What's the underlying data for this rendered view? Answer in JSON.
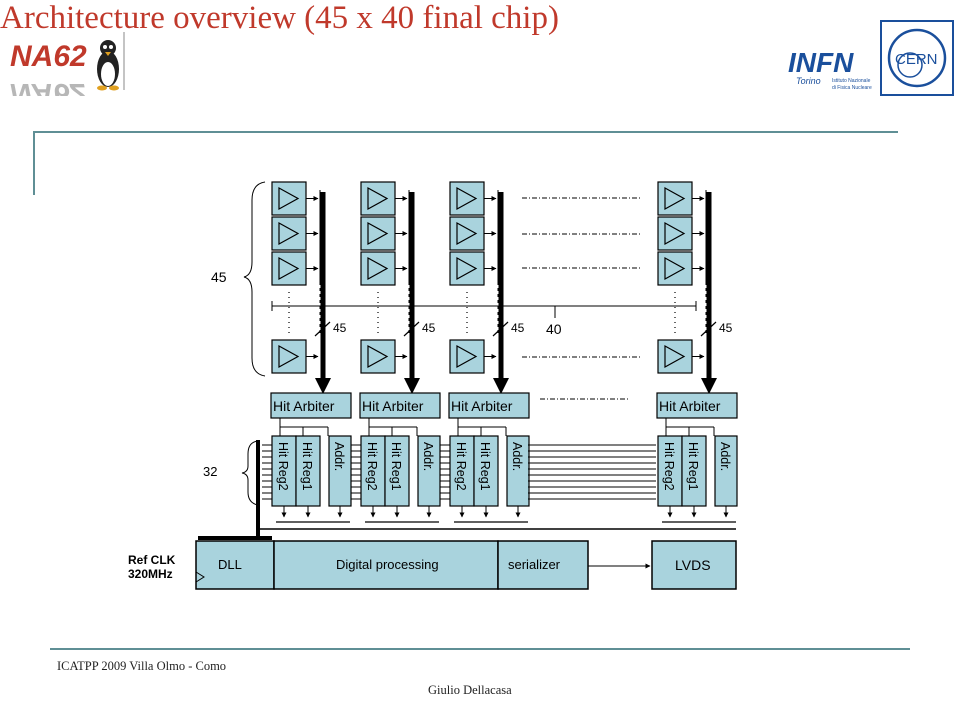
{
  "header": {
    "title": "Architecture overview (45 x 40 final chip)",
    "logo_na62_text": "NA62",
    "logo_infn_text": "INFN",
    "logo_infn_sub": "Torino",
    "logo_infn_caption": "Istituto Nazionale di Fisica Nucleare",
    "logo_cern_text": "CERN"
  },
  "diagram": {
    "rows_label": "45",
    "columns_label": "40",
    "bus_label": "45",
    "registers_label": "32",
    "hit_arbiter_label": "Hit Arbiter",
    "hit_reg2_label": "Hit Reg2",
    "hit_reg1_label": "Hit Reg1",
    "addr_label": "Addr.",
    "dll_label": "DLL",
    "digital_processing_label": "Digital processing",
    "serializer_label": "serializer",
    "lvds_label": "LVDS",
    "ref_clk_label_1": "Ref CLK",
    "ref_clk_label_2": "320MHz",
    "colors": {
      "block_fill": "#a9d3dd",
      "line": "#000000",
      "accent": "#c0392b",
      "rule": "#5f8f95"
    }
  },
  "footer": {
    "left": "ICATPP 2009 Villa Olmo - Como",
    "center": "Giulio Dellacasa"
  }
}
